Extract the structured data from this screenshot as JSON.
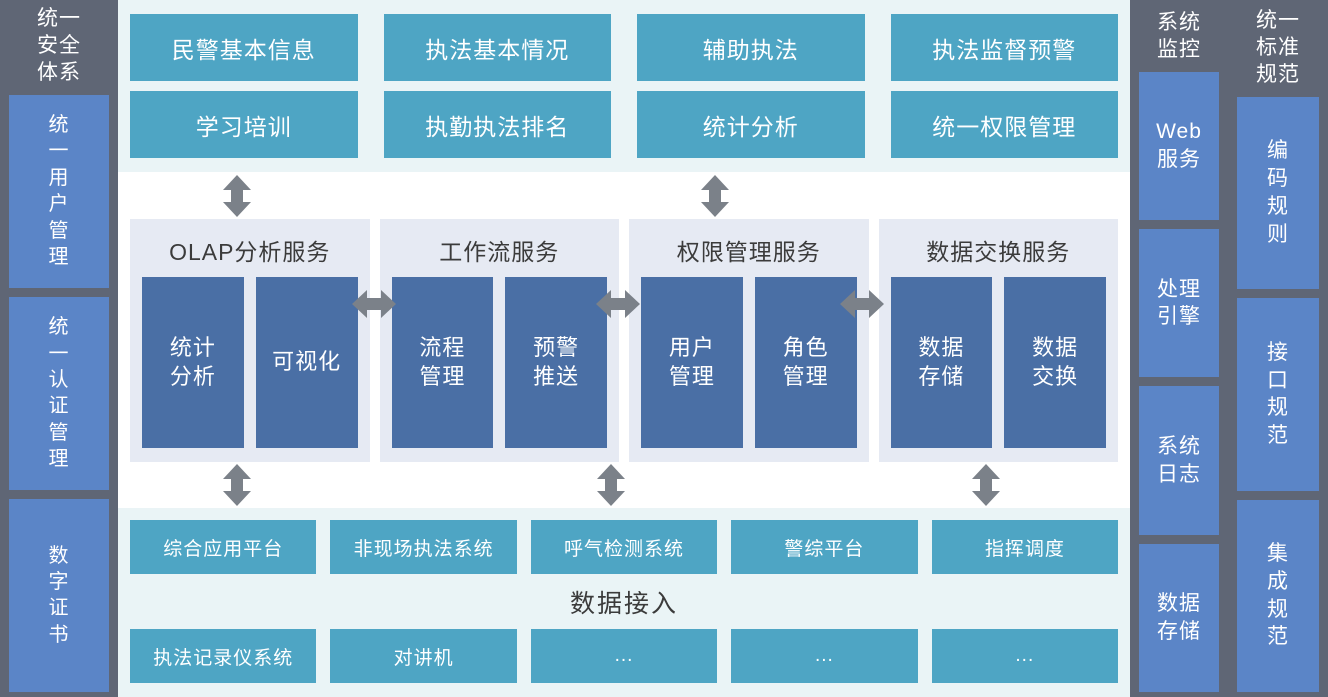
{
  "left_rail": {
    "title": "统一\n安全\n体系",
    "items": [
      {
        "label": "统\n一\n用\n户\n管\n理"
      },
      {
        "label": "统\n一\n认\n证\n管\n理"
      },
      {
        "label": "数\n字\n证\n书"
      }
    ]
  },
  "application_layer": {
    "rows": [
      [
        {
          "label": "民警基本信息"
        },
        {
          "label": "执法基本情况"
        },
        {
          "label": "辅助执法"
        },
        {
          "label": "执法监督预警"
        }
      ],
      [
        {
          "label": "学习培训"
        },
        {
          "label": "执勤执法排名"
        },
        {
          "label": "统计分析"
        },
        {
          "label": "统一权限管理"
        }
      ]
    ]
  },
  "service_layer": {
    "panels": [
      {
        "title": "OLAP分析服务",
        "boxes": [
          {
            "label": "统计\n分析"
          },
          {
            "label": "可视化"
          }
        ]
      },
      {
        "title": "工作流服务",
        "boxes": [
          {
            "label": "流程\n管理"
          },
          {
            "label": "预警\n推送"
          }
        ]
      },
      {
        "title": "权限管理服务",
        "boxes": [
          {
            "label": "用户\n管理"
          },
          {
            "label": "角色\n管理"
          }
        ]
      },
      {
        "title": "数据交换服务",
        "boxes": [
          {
            "label": "数据\n存储"
          },
          {
            "label": "数据\n交换"
          }
        ]
      }
    ]
  },
  "data_layer": {
    "caption": "数据接入",
    "row_top": [
      {
        "label": "综合应用平台"
      },
      {
        "label": "非现场执法系统"
      },
      {
        "label": "呼气检测系统"
      },
      {
        "label": "警综平台"
      },
      {
        "label": "指挥调度"
      }
    ],
    "row_bottom": [
      {
        "label": "执法记录仪系统"
      },
      {
        "label": "对讲机"
      },
      {
        "label": "..."
      },
      {
        "label": "..."
      },
      {
        "label": "..."
      }
    ]
  },
  "monitor_rail": {
    "title": "系统\n监控",
    "items": [
      {
        "label": "Web\n服务"
      },
      {
        "label": "处理\n引擎"
      },
      {
        "label": "系统\n日志"
      },
      {
        "label": "数据\n存储"
      }
    ]
  },
  "standard_rail": {
    "title": "统一\n标准\n规范",
    "items": [
      {
        "label": "编\n码\n规\n则"
      },
      {
        "label": "接\n口\n规\n范"
      },
      {
        "label": "集\n成\n规\n范"
      }
    ]
  },
  "colors": {
    "rail_background": "#5f6675",
    "rail_item": "#5b85c7",
    "application_cell": "#4ea5c4",
    "application_band": "#eaf4f6",
    "service_panel": "#e6eaf3",
    "service_box": "#4a6fa5",
    "data_band": "#eaf4f6",
    "arrow": "#7b8189"
  }
}
